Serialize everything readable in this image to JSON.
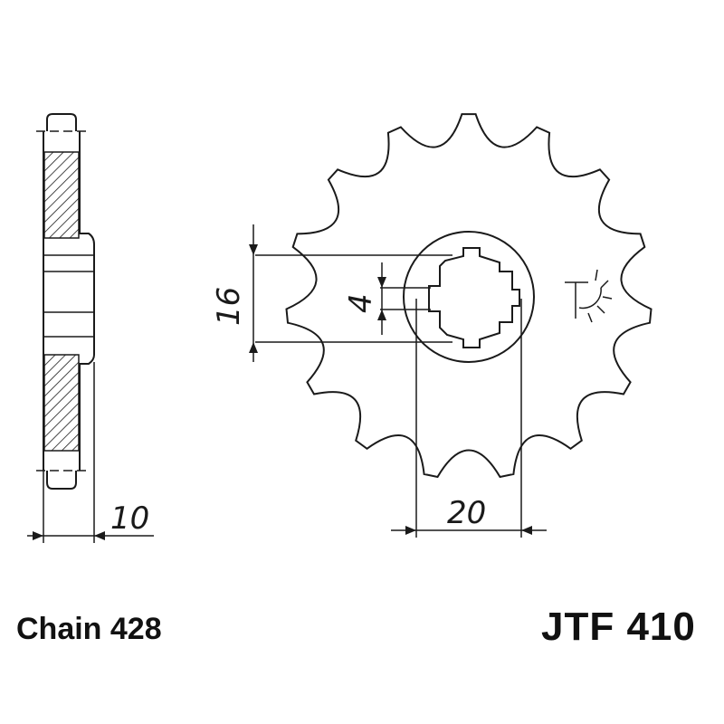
{
  "labels": {
    "chain": "Chain 428",
    "part_number": "JTF 410"
  },
  "dimensions": {
    "side_thickness": "10",
    "pitch_diameter": "16",
    "spline_width": "4",
    "bore_diameter": "20"
  },
  "sprocket": {
    "teeth": 15
  },
  "colors": {
    "line": "#1a1a1a",
    "background": "#ffffff"
  }
}
